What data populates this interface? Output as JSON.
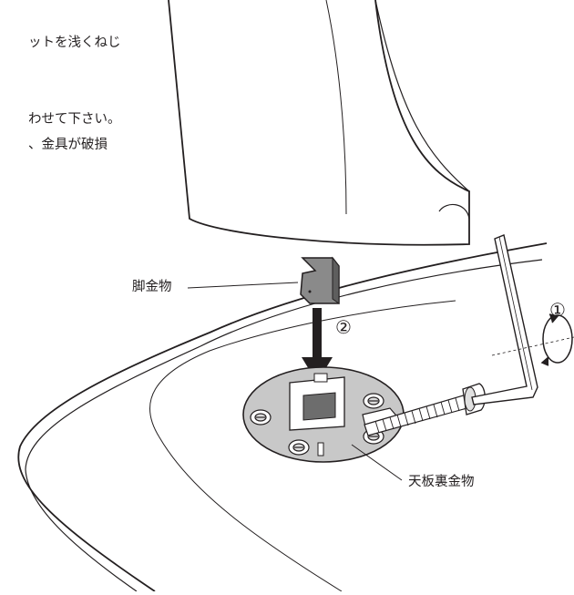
{
  "instructions": {
    "line1": "ットを浅くねじ",
    "line2": "わせて下さい。",
    "line3": "、金具が破損"
  },
  "labels": {
    "leg_bracket": "脚金物",
    "tabletop_plate": "天板裏金物"
  },
  "steps": {
    "one": "①",
    "two": "②"
  },
  "icons": {
    "rotation": "rotate-arrows-icon",
    "push_down": "down-arrow-icon",
    "screw": "screw-icon",
    "hex_key": "hex-key-icon"
  },
  "colors": {
    "line": "#231f20",
    "gray_plate": "#c8c8c8",
    "leg_gray": "#8a8a8a"
  }
}
